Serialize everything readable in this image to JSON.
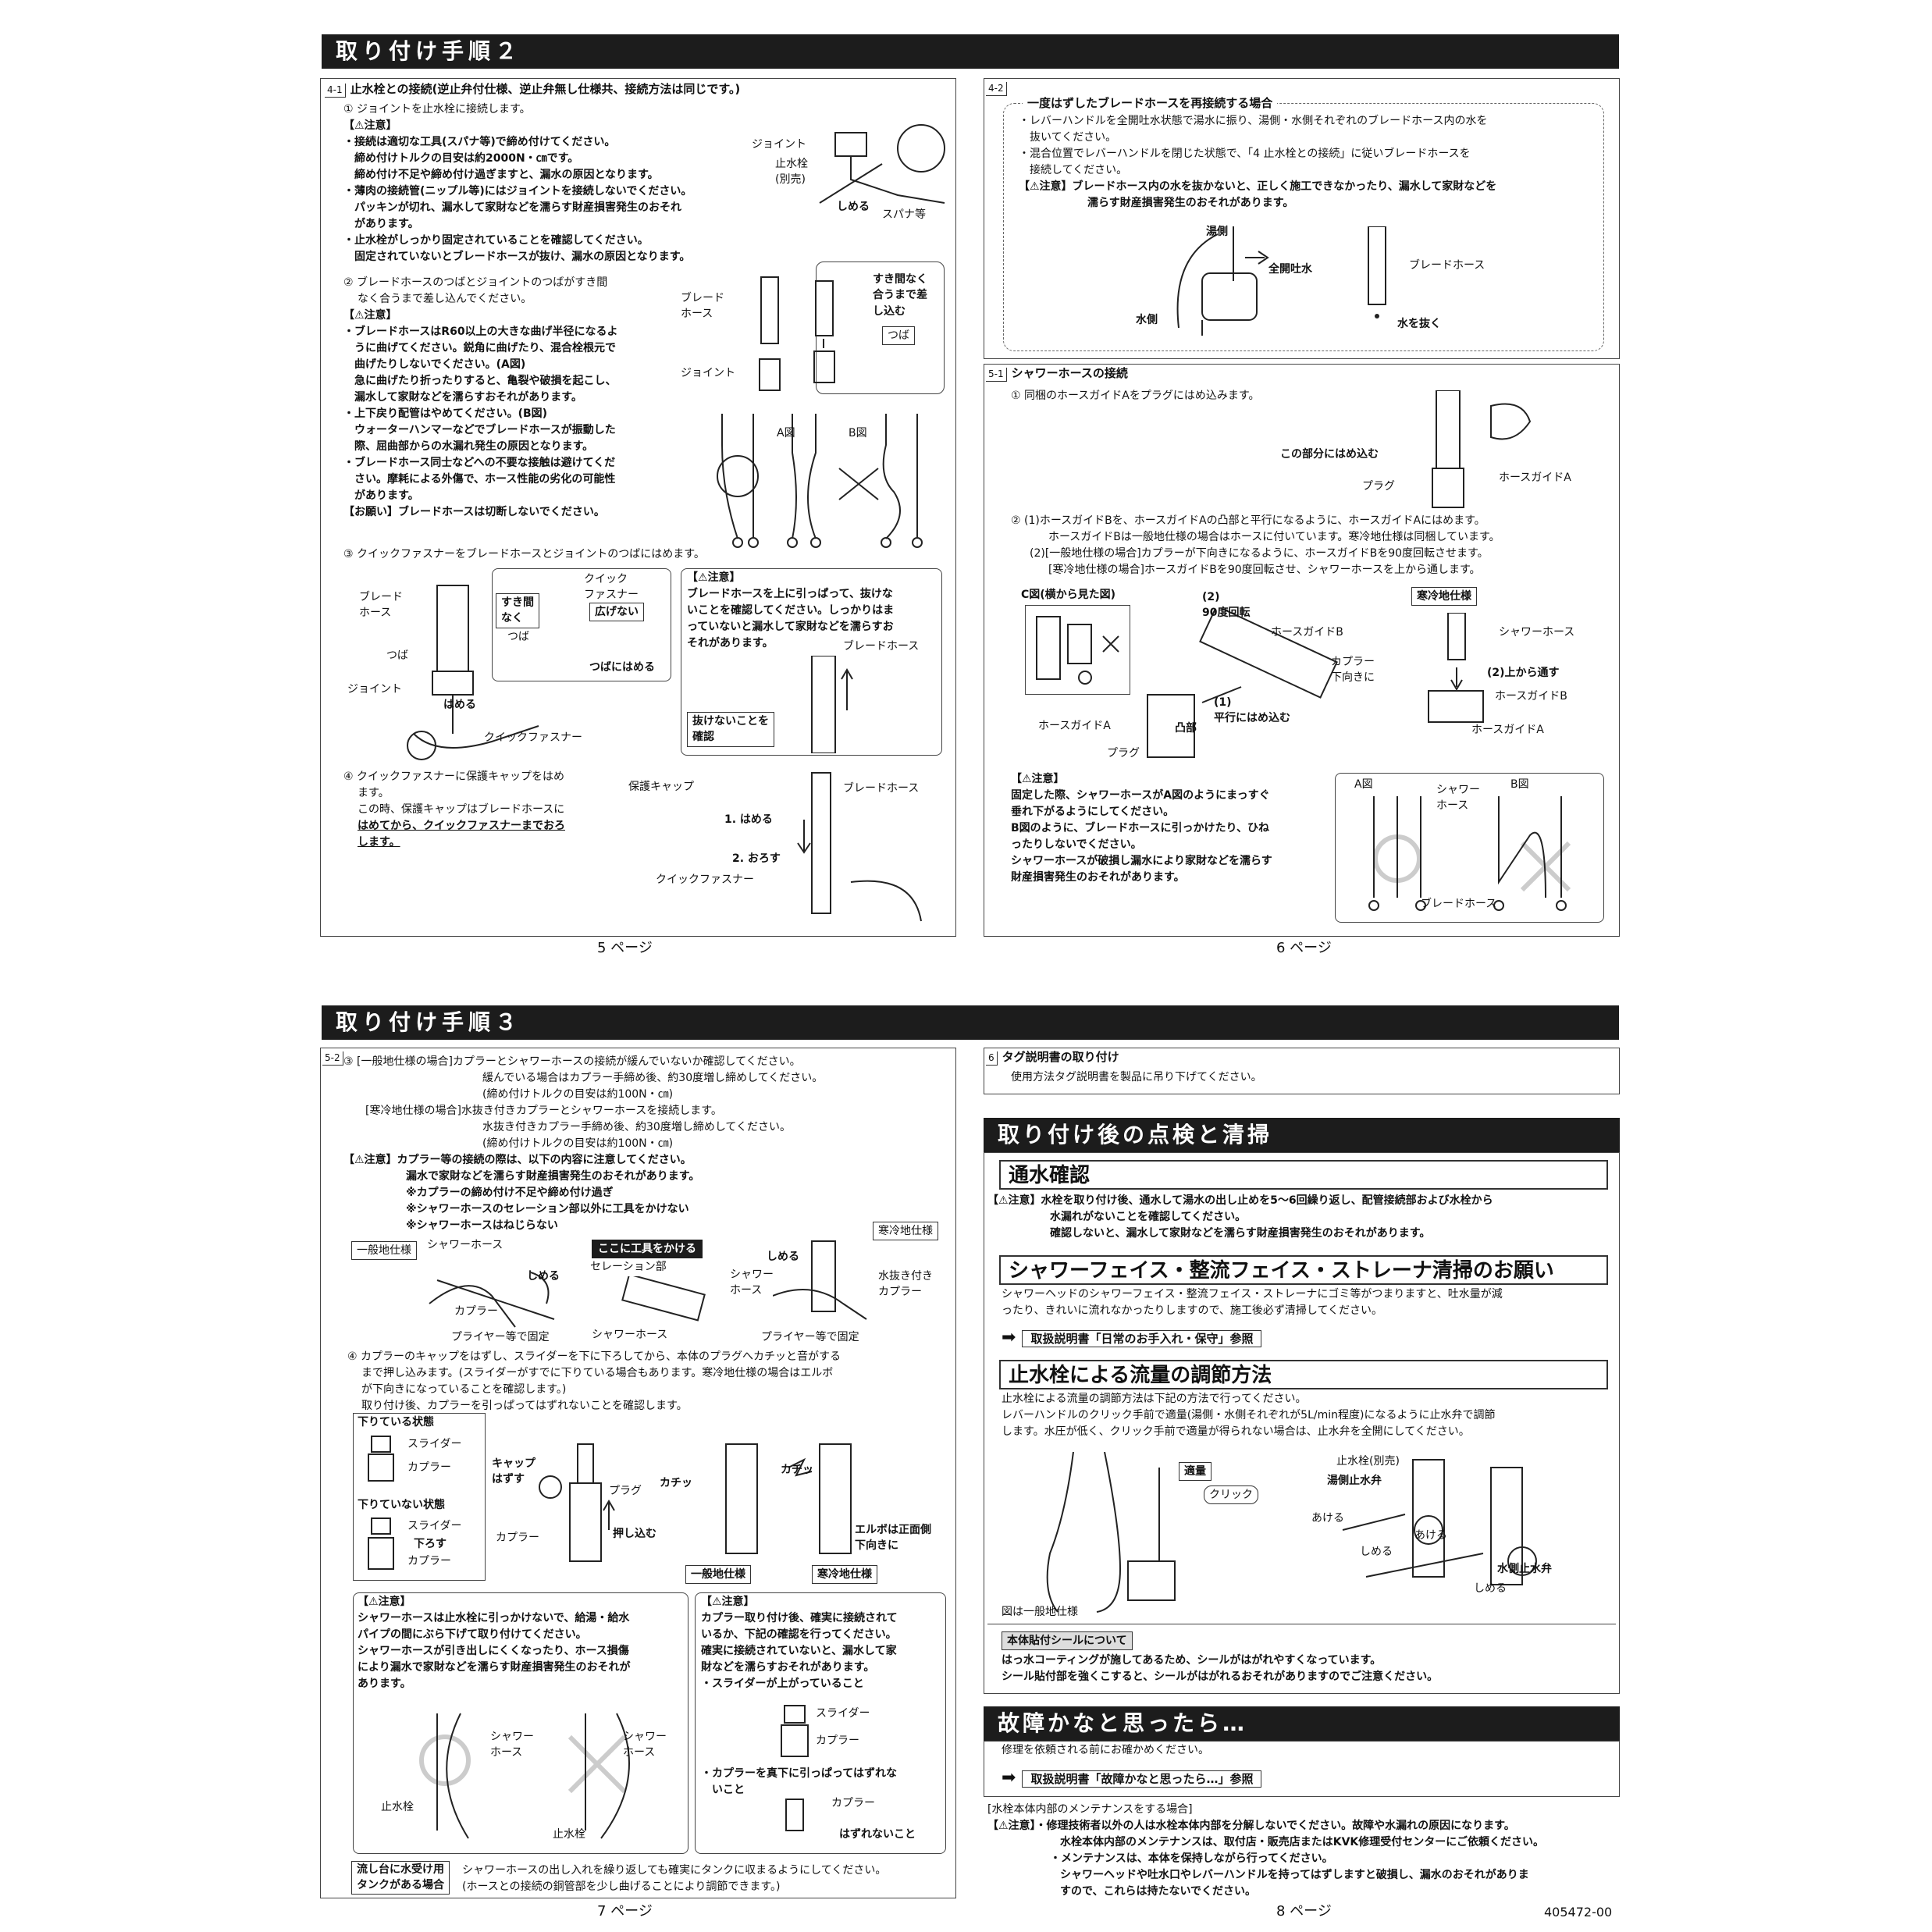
{
  "step2": {
    "title": "取り付け手順２",
    "sec41": {
      "num": "4-1",
      "heading": "止水栓との接続(逆止弁付仕様、逆止弁無し仕様共、接続方法は同じです。)",
      "s1": "① ジョイントを止水栓に接続します。",
      "caution": "【⚠注意】",
      "c1": "・接続は適切な工具(スパナ等)で締め付けてください。",
      "c2": "締め付けトルクの目安は約2000N・㎝です。",
      "c3": "締め付け不足や締め付け過ぎますと、漏水の原因となります。",
      "c4": "・薄肉の接続管(ニップル等)にはジョイントを接続しないでください。",
      "c5": "パッキンが切れ、漏水して家財などを濡らす財産損害発生のおそれ",
      "c6": "があります。",
      "c7": "・止水栓がしっかり固定されていることを確認してください。",
      "c8": "固定されていないとブレードホースが抜け、漏水の原因となります。",
      "fig1": {
        "joint": "ジョイント",
        "valve": "止水栓\n(別売)",
        "tighten": "しめる",
        "spanner": "スパナ等"
      },
      "s2a": "② ブレードホースのつばとジョイントのつばがすき間",
      "s2b": "なく合うまで差し込んでください。",
      "c2_1": "・ブレードホースはR60以上の大きな曲げ半径になるよ",
      "c2_2": "うに曲げてください。鋭角に曲げたり、混合栓根元で",
      "c2_3": "曲げたりしないでください。(A図)",
      "c2_4": "急に曲げたり折ったりすると、亀裂や破損を起こし、",
      "c2_5": "漏水して家財などを濡らすおそれがあります。",
      "c2_6": "・上下戻り配管はやめてください。(B図)",
      "c2_7": "ウォーターハンマーなどでブレードホースが振動した",
      "c2_8": "際、屈曲部からの水漏れ発生の原因となります。",
      "c2_9": "・ブレードホース同士などへの不要な接触は避けてくだ",
      "c2_10": "さい。摩耗による外傷で、ホース性能の劣化の可能性",
      "c2_11": "があります。",
      "request": "【お願い】ブレードホースは切断しないでください。",
      "fig2": {
        "hose": "ブレード\nホース",
        "joint": "ジョイント",
        "gap": "すき間なく\n合うまで差\nし込む",
        "flange": "つば",
        "a": "A図",
        "b": "B図"
      },
      "s3": "③ クイックファスナーをブレードホースとジョイントのつばにはめます。",
      "fig3": {
        "hose": "ブレード\nホース",
        "flange": "つば",
        "joint": "ジョイント",
        "fit": "はめる",
        "qf": "クイックファスナー",
        "nogap": "すき間\nなく",
        "qf2": "クイック\nファスナー",
        "spread": "広げない",
        "flange2": "つば",
        "fitflange": "つばにはめる"
      },
      "c3box1": "ブレードホースを上に引っぱって、抜けな",
      "c3box2": "いことを確認してください。しっかりはま",
      "c3box3": "っていないと漏水して家財などを濡らすお",
      "c3box4": "それがあります。",
      "c3hose": "ブレードホース",
      "c3check": "抜けないことを\n確認",
      "s4a": "④ クイックファスナーに保護キャップをはめ",
      "s4b": "ます。",
      "s4c": "この時、保護キャップはブレードホースに",
      "s4d": "はめてから、クイックファスナーまでおろ",
      "s4e": "します。",
      "fig4": {
        "cap": "保護キャップ",
        "hose": "ブレードホース",
        "step1": "1. はめる",
        "step2": "2. おろす",
        "qf": "クイックファスナー"
      }
    },
    "page5": "5 ページ",
    "sec42": {
      "num": "4-2",
      "heading": "一度はずしたブレードホースを再接続する場合",
      "l1": "・レバーハンドルを全開吐水状態で湯水に振り、湯側・水側それぞれのブレードホース内の水を",
      "l2": "抜いてください。",
      "l3": "・混合位置でレバーハンドルを閉じた状態で、「4 止水栓との接続」に従いブレードホースを",
      "l4": "接続してください。",
      "c1": "【⚠注意】ブレードホース内の水を抜かないと、正しく施工できなかったり、漏水して家財などを",
      "c2": "濡らす財産損害発生のおそれがあります。",
      "fig": {
        "hot": "湯側",
        "full": "全開吐水",
        "cold": "水側",
        "hose": "ブレードホース",
        "drain": "水を抜く"
      }
    },
    "sec51": {
      "num": "5-1",
      "heading": "シャワーホースの接続",
      "s1": "① 同梱のホースガイドAをプラグにはめ込みます。",
      "fig1": {
        "part": "この部分にはめ込む",
        "plug": "プラグ",
        "guideA": "ホースガイドA"
      },
      "s2_1": "② (1)ホースガイドBを、ホースガイドAの凸部と平行になるように、ホースガイドAにはめます。",
      "s2_2": "ホースガイドBは一般地仕様の場合はホースに付いています。寒冷地仕様は同梱しています。",
      "s2_3": "(2)[一般地仕様の場合]カプラーが下向きになるように、ホースガイドBを90度回転させます。",
      "s2_4": "[寒冷地仕様の場合]ホースガイドBを90度回転させ、シャワーホースを上から通します。",
      "fig2": {
        "c": "C図(横から見た図)",
        "rot": "(2)\n90度回転",
        "guideB": "ホースガイドB",
        "coupler": "カプラー\n下向きに",
        "guideA": "ホースガイドA",
        "convex": "凸部",
        "parallel": "(1)\n平行にはめ込む",
        "plug": "プラグ",
        "cold": "寒冷地仕様",
        "shower": "シャワーホース",
        "through": "(2)上から通す",
        "guideB2": "ホースガイドB",
        "guideA2": "ホースガイドA"
      },
      "c_head": "【⚠注意】",
      "c1": "固定した際、シャワーホースがA図のようにまっすぐ",
      "c2": "垂れ下がるようにしてください。",
      "c3": "B図のように、ブレードホースに引っかけたり、ひね",
      "c4": "ったりしないでください。",
      "c5": "シャワーホースが破損し漏水により家財などを濡らす",
      "c6": "財産損害発生のおそれがあります。",
      "fig3": {
        "a": "A図",
        "b": "B図",
        "shower": "シャワー\nホース",
        "hose": "ブレードホース"
      }
    },
    "page6": "6 ページ"
  },
  "step3": {
    "title": "取り付け手順３",
    "sec52": {
      "num": "5-2",
      "l1": "③ [一般地仕様の場合]カプラーとシャワーホースの接続が緩んでいないか確認してください。",
      "l2": "緩んでいる場合はカプラー手締め後、約30度増し締めしてください。",
      "l3": "(締め付けトルクの目安は約100N・㎝)",
      "l4": "[寒冷地仕様の場合]水抜き付きカプラーとシャワーホースを接続します。",
      "l5": "水抜き付きカプラー手締め後、約30度増し締めしてください。",
      "l6": "(締め付けトルクの目安は約100N・㎝)",
      "c1": "【⚠注意】カプラー等の接続の際は、以下の内容に注意してください。",
      "c2": "漏水で家財などを濡らす財産損害発生のおそれがあります。",
      "c3": "※カプラーの締め付け不足や締め付け過ぎ",
      "c4": "※シャワーホースのセレーション部以外に工具をかけない",
      "c5": "※シャワーホースはねじらない",
      "fig1": {
        "normal": "一般地仕様",
        "shower": "シャワーホース",
        "tighten": "しめる",
        "coupler": "カプラー",
        "plier": "プライヤー等で固定",
        "tool": "ここに工具をかける",
        "serr": "セレーション部",
        "shower2": "シャワーホース",
        "cold": "寒冷地仕様",
        "tighten2": "しめる",
        "shower3": "シャワー\nホース",
        "drainc": "水抜き付き\nカプラー",
        "plier2": "プライヤー等で固定"
      },
      "s4_1": "④ カプラーのキャップをはずし、スライダーを下に下ろしてから、本体のプラグへカチッと音がする",
      "s4_2": "まで押し込みます。(スライダーがすでに下りている場合もあります。寒冷地仕様の場合はエルボ",
      "s4_3": "が下向きになっていることを確認します。)",
      "s4_4": "取り付け後、カプラーを引っぱってはずれないことを確認します。",
      "fig2": {
        "down": "下りている状態",
        "slider": "スライダー",
        "coupler": "カプラー",
        "notdown": "下りていない状態",
        "slider2": "スライダー",
        "lower": "下ろす",
        "coupler2": "カプラー",
        "cap": "キャップ\nはずす",
        "plug": "プラグ",
        "click1": "カチッ",
        "click2": "カチッ",
        "coupler3": "カプラー",
        "push": "押し込む",
        "elbow": "エルボは正面側\n下向きに",
        "normal": "一般地仕様",
        "cold": "寒冷地仕様"
      },
      "box1_head": "【⚠注意】",
      "box1_1": "シャワーホースは止水栓に引っかけないで、給湯・給水",
      "box1_2": "パイプの間にぶら下げて取り付けてください。",
      "box1_3": "シャワーホースが引き出しにくくなったり、ホース損傷",
      "box1_4": "により漏水で家財などを濡らす財産損害発生のおそれが",
      "box1_5": "あります。",
      "box1_fig": {
        "shower1": "シャワー\nホース",
        "shower2": "シャワー\nホース",
        "valve1": "止水栓",
        "valve2": "止水栓"
      },
      "box2_head": "【⚠注意】",
      "box2_1": "カプラー取り付け後、確実に接続されて",
      "box2_2": "いるか、下記の確認を行ってください。",
      "box2_3": "確実に接続されていないと、漏水して家",
      "box2_4": "財などを濡らすおそれがあります。",
      "box2_5": "・スライダーが上がっていること",
      "box2_slider": "スライダー",
      "box2_coupler": "カプラー",
      "box2_6": "・カプラーを真下に引っぱってはずれな",
      "box2_7": "いこと",
      "box2_coupler2": "カプラー",
      "box2_nodetach": "はずれないこと",
      "sink": "流し台に水受け用\nタンクがある場合",
      "sink1": "シャワーホースの出し入れを繰り返しても確実にタンクに収まるようにしてください。",
      "sink2": "(ホースとの接続の銅管部を少し曲げることにより調節できます。)"
    },
    "page7": "7 ページ",
    "sec6": {
      "num": "6",
      "heading": "タグ説明書の取り付け",
      "l1": "使用方法タグ説明書を製品に吊り下げてください。"
    },
    "inspect": {
      "title": "取り付け後の点検と清掃",
      "water_head": "通水確認",
      "w1": "【⚠注意】水栓を取り付け後、通水して湯水の出し止めを5～6回繰り返し、配管接続部および水栓から",
      "w2": "水漏れがないことを確認してください。",
      "w3": "確認しないと、漏水して家財などを濡らす財産損害発生のおそれがあります。",
      "clean_head": "シャワーフェイス・整流フェイス・ストレーナ清掃のお願い",
      "cl1": "シャワーヘッドのシャワーフェイス・整流フェイス・ストレーナにゴミ等がつまりますと、吐水量が減",
      "cl2": "ったり、きれいに流れなかったりしますので、施工後必ず清掃してください。",
      "cl_ref": "取扱説明書「日常のお手入れ・保守」参照",
      "flow_head": "止水栓による流量の調節方法",
      "f1": "止水栓による流量の調節方法は下記の方法で行ってください。",
      "f2": "レバーハンドルのクリック手前で適量(湯側・水側それぞれが5L/min程度)になるように止水弁で調節",
      "f3": "します。水圧が低く、クリック手前で適量が得られない場合は、止水弁を全開にしてください。",
      "fig": {
        "proper": "適量",
        "click": "クリック",
        "valve": "止水栓(別売)",
        "hotv": "湯側止水弁",
        "open": "あける",
        "close": "しめる",
        "open2": "あける",
        "coldv": "水側止水弁",
        "close2": "しめる",
        "note": "図は一般地仕様"
      },
      "seal_head": "本体貼付シールについて",
      "s1": "はっ水コーティングが施してあるため、シールがはがれやすくなっています。",
      "s2": "シール貼付部を強くこすると、シールがはがれるおそれがありますのでご注意ください。"
    },
    "trouble": {
      "title": "故障かなと思ったら…",
      "l1": "修理を依頼される前にお確かめください。",
      "ref": "取扱説明書「故障かなと思ったら…」参照",
      "maint": "[水栓本体内部のメンテナンスをする場合]",
      "m1": "【⚠注意】・修理技術者以外の人は水栓本体内部を分解しないでください。故障や水漏れの原因になります。",
      "m2": "水栓本体内部のメンテナンスは、取付店・販売店またはKVK修理受付センターにご依頼ください。",
      "m3": "・メンテナンスは、本体を保持しながら行ってください。",
      "m4": "シャワーヘッドや吐水口やレバーハンドルを持ってはずしますと破損し、漏水のおそれがありま",
      "m5": "すので、これらは持たないでください。"
    },
    "page8": "8 ページ",
    "docno": "405472-00"
  }
}
